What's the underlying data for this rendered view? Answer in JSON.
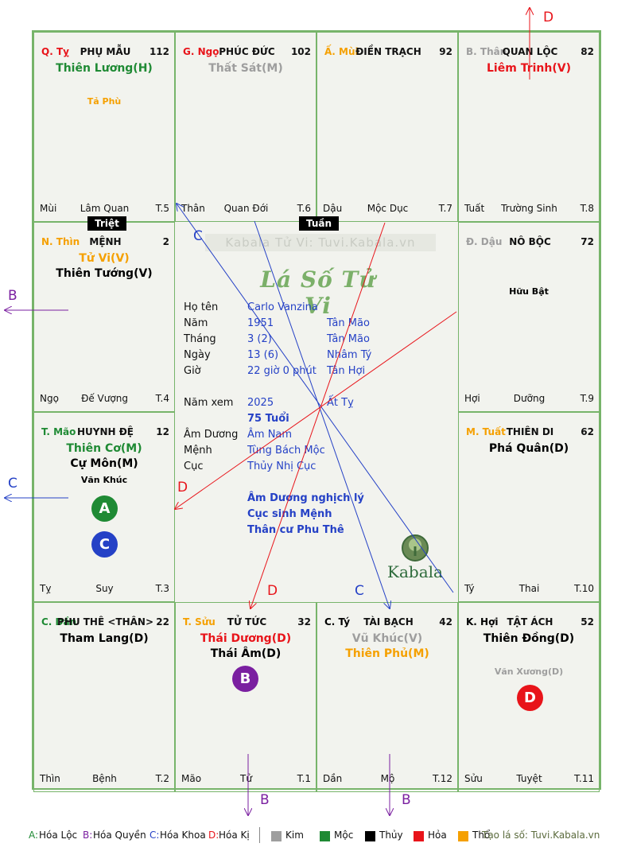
{
  "watermark": "Kabala Tử Vi: Tuvi.Kabala.vn",
  "brand": "Lá Số Tử Vi",
  "logo_text": "Kabala",
  "colors": {
    "kim": "#9e9e9e",
    "moc": "#1f8a34",
    "thuy": "#000000",
    "hoa": "#e8141a",
    "tho": "#f5a000",
    "blue": "#2541c6",
    "purple": "#7a1fa0",
    "border": "#77b46a"
  },
  "palaces": {
    "ty_top": {
      "can": "Q. Tỵ",
      "name": "PHỤ MẪU",
      "num": "112",
      "stars": [
        {
          "t": "Thiên Lương(H)",
          "c": "moc"
        }
      ],
      "minor": [
        {
          "t": "Tả Phù",
          "c": "tho"
        }
      ],
      "chi": "Mùi",
      "life": "Lâm Quan",
      "age": "T.5"
    },
    "ngo": {
      "can": "G. Ngọ",
      "name": "PHÚC ĐỨC",
      "num": "102",
      "stars": [
        {
          "t": "Thất Sát(M)",
          "c": "kim"
        }
      ],
      "minor": [],
      "chi": "Thân",
      "life": "Quan Đới",
      "age": "T.6"
    },
    "mui": {
      "can": "Ấ. Mùi",
      "name": "ĐIỀN TRẠCH",
      "num": "92",
      "stars": [],
      "minor": [],
      "chi": "Dậu",
      "life": "Mộc Dục",
      "age": "T.7"
    },
    "than": {
      "can": "B. Thân",
      "name": "QUAN LỘC",
      "num": "82",
      "stars": [
        {
          "t": "Liêm Trinh(V)",
          "c": "hoa"
        }
      ],
      "minor": [],
      "chi": "Tuất",
      "life": "Trường Sinh",
      "age": "T.8"
    },
    "thin": {
      "can": "N. Thìn",
      "name": "MỆNH",
      "num": "2",
      "stars": [
        {
          "t": "Tử Vi(V)",
          "c": "tho"
        },
        {
          "t": "Thiên Tướng(V)",
          "c": "thuy"
        }
      ],
      "minor": [],
      "chi": "Ngọ",
      "life": "Đế Vượng",
      "age": "T.4"
    },
    "dau": {
      "can": "Đ. Dậu",
      "name": "NÔ BỘC",
      "num": "72",
      "stars": [],
      "minor": [
        {
          "t": "Hữu Bật",
          "c": "thuy"
        }
      ],
      "chi": "Hợi",
      "life": "Dưỡng",
      "age": "T.9"
    },
    "mao": {
      "can": "T. Mão",
      "name": "HUYNH ĐỆ",
      "num": "12",
      "stars": [
        {
          "t": "Thiên Cơ(M)",
          "c": "moc"
        },
        {
          "t": "Cự Môn(M)",
          "c": "thuy"
        }
      ],
      "minor": [
        {
          "t": "Văn Khúc",
          "c": "thuy"
        }
      ],
      "chi": "Tỵ",
      "life": "Suy",
      "age": "T.3"
    },
    "tuat": {
      "can": "M. Tuất",
      "name": "THIÊN DI",
      "num": "62",
      "stars": [
        {
          "t": "Phá Quân(D)",
          "c": "thuy"
        }
      ],
      "minor": [],
      "chi": "Tý",
      "life": "Thai",
      "age": "T.10"
    },
    "dan": {
      "can": "C. Dần",
      "name": "PHU THÊ <THÂN>",
      "num": "22",
      "stars": [
        {
          "t": "Tham Lang(D)",
          "c": "thuy"
        }
      ],
      "minor": [],
      "chi": "Thìn",
      "life": "Bệnh",
      "age": "T.2"
    },
    "suu": {
      "can": "T. Sửu",
      "name": "TỬ TỨC",
      "num": "32",
      "stars": [
        {
          "t": "Thái Dương(D)",
          "c": "hoa"
        },
        {
          "t": "Thái Âm(D)",
          "c": "thuy"
        }
      ],
      "minor": [],
      "chi": "Mão",
      "life": "Tử",
      "age": "T.1"
    },
    "ty_bottom": {
      "can": "C. Tý",
      "name": "TÀI BẠCH",
      "num": "42",
      "stars": [
        {
          "t": "Vũ Khúc(V)",
          "c": "kim"
        },
        {
          "t": "Thiên Phủ(M)",
          "c": "tho"
        }
      ],
      "minor": [],
      "chi": "Dần",
      "life": "Mộ",
      "age": "T.12"
    },
    "hoi": {
      "can": "K. Hợi",
      "name": "TẬT ÁCH",
      "num": "52",
      "stars": [
        {
          "t": "Thiên Đồng(D)",
          "c": "thuy"
        }
      ],
      "minor": [
        {
          "t": "Văn Xương(D)",
          "c": "kim"
        }
      ],
      "chi": "Sửu",
      "life": "Tuyệt",
      "age": "T.11"
    }
  },
  "can_colors": {
    "ty_top": "hoa",
    "ngo": "hoa",
    "mui": "tho",
    "than": "kim",
    "thin": "tho",
    "dau": "kim",
    "mao": "moc",
    "tuat": "tho",
    "dan": "moc",
    "suu": "tho",
    "ty_bottom": "thuy",
    "hoi": "thuy"
  },
  "tags": {
    "triet": "Triệt",
    "tuan": "Tuần"
  },
  "circles": [
    {
      "letter": "A",
      "palace": "mao",
      "color": "moc"
    },
    {
      "letter": "C",
      "palace": "mao",
      "color": "blue"
    },
    {
      "letter": "B",
      "palace": "suu",
      "color": "purple"
    },
    {
      "letter": "D",
      "palace": "hoi",
      "color": "hoa"
    }
  ],
  "info": {
    "ho_ten": {
      "label": "Họ tên",
      "value": "Carlo Vanzina"
    },
    "nam": {
      "label": "Năm",
      "value": "1951",
      "value2": "Tân Mão"
    },
    "thang": {
      "label": "Tháng",
      "value": "3  (2)",
      "value2": "Tân Mão"
    },
    "ngay": {
      "label": "Ngày",
      "value": "13  (6)",
      "value2": "Nhâm Tý"
    },
    "gio": {
      "label": "Giờ",
      "value": "22 giờ 0 phút",
      "value2": "Tân Hợi"
    },
    "nam_xem": {
      "label": "Năm xem",
      "value": "2025",
      "value2": "Ất Tỵ"
    },
    "tuoi": {
      "value": "75 Tuổi"
    },
    "am_duong": {
      "label": "Âm Dương",
      "value": "Âm Nam"
    },
    "menh": {
      "label": "Mệnh",
      "value": "Tùng Bách Mộc"
    },
    "cuc": {
      "label": "Cục",
      "value": "Thủy Nhị Cục"
    },
    "notes": [
      "Âm Dương nghịch lý",
      "Cục sinh Mệnh",
      "Thân cư Phu Thê"
    ]
  },
  "arrows": [
    {
      "label": "D",
      "color": "hoa"
    },
    {
      "label": "B",
      "color": "purple"
    },
    {
      "label": "C",
      "color": "blue"
    },
    {
      "label": "B",
      "color": "purple"
    },
    {
      "label": "B",
      "color": "purple"
    }
  ],
  "inner_labels": [
    {
      "label": "C",
      "color": "blue"
    },
    {
      "label": "D",
      "color": "hoa"
    },
    {
      "label": "D",
      "color": "hoa"
    },
    {
      "label": "C",
      "color": "blue"
    }
  ],
  "legend": {
    "a": {
      "key": "A:",
      "text": " Hóa Lộc"
    },
    "b": {
      "key": "B:",
      "text": " Hóa Quyền"
    },
    "c": {
      "key": "C:",
      "text": " Hóa Khoa"
    },
    "d": {
      "key": "D:",
      "text": " Hóa Kị"
    },
    "elements": [
      "Kim",
      "Mộc",
      "Thủy",
      "Hỏa",
      "Thổ"
    ],
    "site": "Tạo lá số: Tuvi.Kabala.vn"
  }
}
